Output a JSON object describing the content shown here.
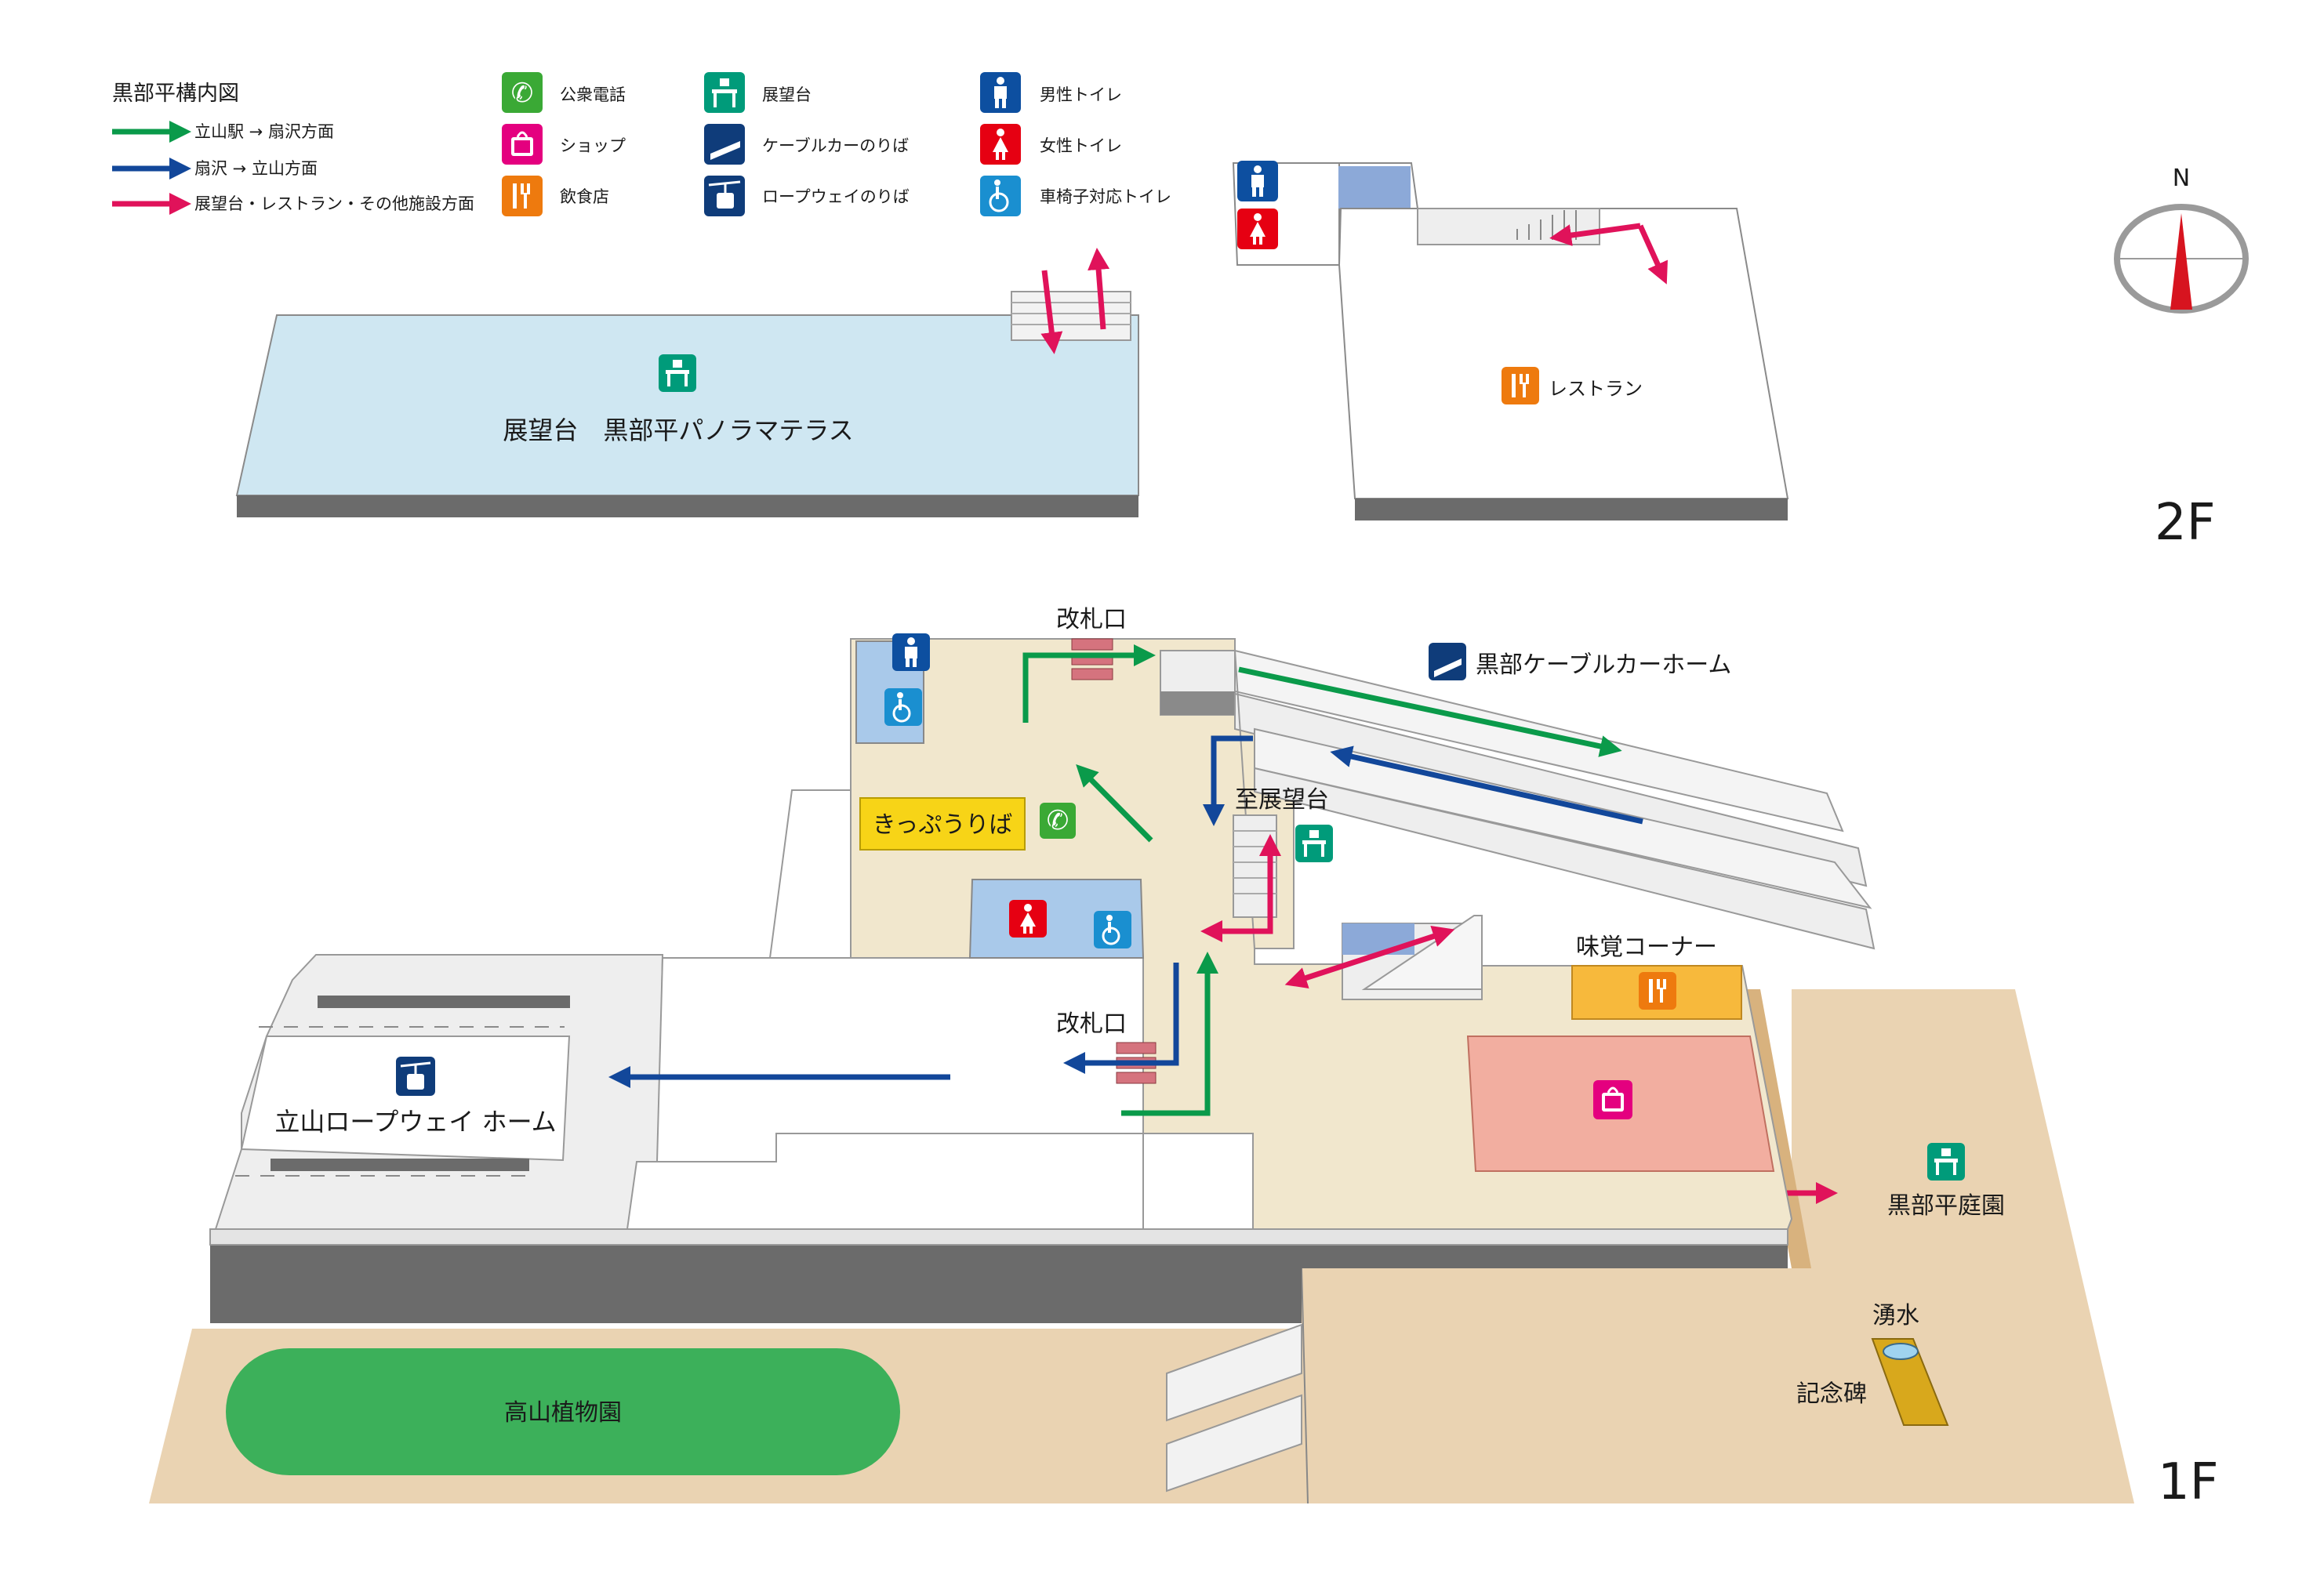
{
  "legend": {
    "title": "黒部平構内図",
    "routes": [
      {
        "label": "立山駅 → 扇沢方面",
        "color": "#0a9a4a"
      },
      {
        "label": "扇沢 → 立山方面",
        "color": "#12479a"
      },
      {
        "label": "展望台・レストラン・その他施設方面",
        "color": "#e0125a"
      }
    ],
    "facilities": [
      {
        "label": "公衆電話",
        "icon": "phone-icon",
        "color": "#3aa935"
      },
      {
        "label": "ショップ",
        "icon": "shopping-bag-icon",
        "color": "#e4007f"
      },
      {
        "label": "飲食店",
        "icon": "fork-knife-icon",
        "color": "#ee7a0e"
      },
      {
        "label": "展望台",
        "icon": "observatory-icon",
        "color": "#009b7a"
      },
      {
        "label": "ケーブルカーのりば",
        "icon": "cable-car-icon",
        "color": "#0f3c7a"
      },
      {
        "label": "ロープウェイのりば",
        "icon": "ropeway-icon",
        "color": "#0f3c7a"
      },
      {
        "label": "男性トイレ",
        "icon": "male-toilet-icon",
        "color": "#0d4fa0"
      },
      {
        "label": "女性トイレ",
        "icon": "female-toilet-icon",
        "color": "#e60012"
      },
      {
        "label": "車椅子対応トイレ",
        "icon": "wheelchair-toilet-icon",
        "color": "#1a8fd0"
      }
    ]
  },
  "floors": {
    "f2": "2F",
    "f1": "1F"
  },
  "compass": {
    "label": "N"
  },
  "areas_2f": {
    "terrace": "展望台　黒部平パノラマテラス",
    "restaurant": "レストラン"
  },
  "areas_1f": {
    "gate_top": "改札口",
    "gate_bottom": "改札口",
    "cable_home": "黒部ケーブルカーホーム",
    "ticket": "きっぷうりば",
    "to_observatory": "至展望台",
    "taste_corner": "味覚コーナー",
    "ropeway_home": "立山ロープウェイ ホーム",
    "garden": "黒部平庭園",
    "spring": "湧水",
    "monument": "記念碑",
    "botanical": "高山植物園"
  },
  "colors": {
    "green_route": "#0a9a4a",
    "blue_route": "#12479a",
    "pink_route": "#e0125a",
    "floor_beige": "#f1e7cd",
    "ground_tan": "#ead3b2",
    "terrace_blue": "#cfe7f2",
    "wall_gray": "#707070",
    "platform_gray": "#eeeeee"
  }
}
